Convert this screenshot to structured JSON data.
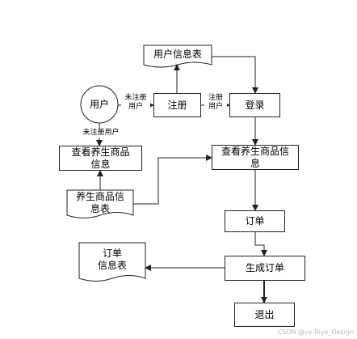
{
  "nodes": {
    "user": "用户",
    "register": "注册",
    "login": "登录",
    "user_info_table": "用户信息表",
    "view_products_left": "查看养生商品\n信息",
    "view_products_right": "查看养生商品信\n息",
    "product_info_table": "养生商品信\n息表",
    "order": "订单",
    "generate_order": "生成订单",
    "order_info_table": "订单\n信息表",
    "logout": "退出"
  },
  "edges": {
    "user_to_register": "未注册\n用户",
    "register_to_login": "注册\n用户",
    "user_to_view": "未注册用户"
  },
  "watermark": "CSDN @vx Biye_Design"
}
